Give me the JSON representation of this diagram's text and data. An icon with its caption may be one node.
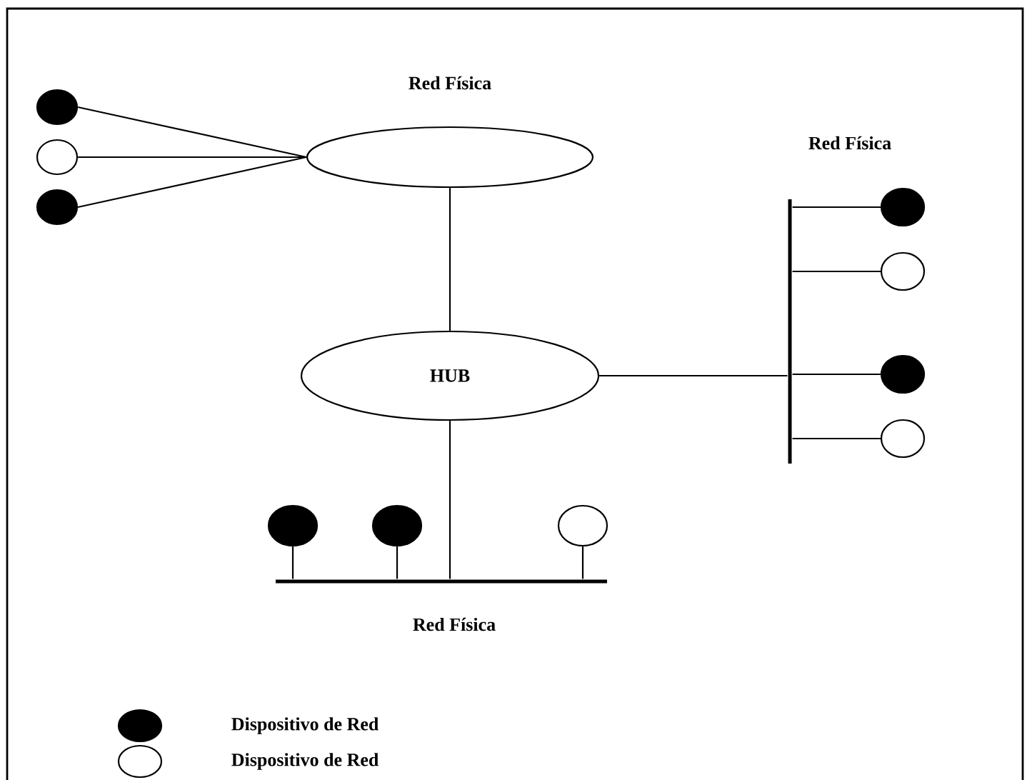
{
  "diagram": {
    "nodes": [
      {
        "text": [
          "Red Física"
        ]
      },
      {
        "text": [
          "HUB"
        ]
      },
      {
        "text": [
          "Red Física"
        ]
      },
      {
        "text": [
          "Red Física"
        ]
      },
      {
        "text": [],
        "shape": "circle"
      },
      {
        "text": [],
        "shape": "circle"
      },
      {
        "text": [],
        "shape": "circle"
      },
      {
        "text": [],
        "shape": "circle"
      },
      {
        "text": [],
        "shape": "circle"
      },
      {
        "text": [],
        "shape": "circle"
      },
      {
        "text": [],
        "shape": "circle"
      },
      {
        "text": [],
        "shape": "circle"
      },
      {
        "text": [],
        "shape": "circle"
      },
      {
        "text": [],
        "shape": "circle"
      }
    ],
    "edges": [
      {
        "from": 4,
        "to": 0,
        "arrow": "none"
      },
      {
        "from": 5,
        "to": 0,
        "arrow": "none"
      },
      {
        "from": 6,
        "to": 0,
        "arrow": "none"
      },
      {
        "from": 0,
        "to": 1,
        "arrow": "none"
      },
      {
        "from": 1,
        "to": 2,
        "arrow": "none"
      },
      {
        "from": 2,
        "to": 7,
        "arrow": "none"
      },
      {
        "from": 2,
        "to": 8,
        "arrow": "none"
      },
      {
        "from": 2,
        "to": 9,
        "arrow": "none"
      },
      {
        "from": 2,
        "to": 10,
        "arrow": "none"
      },
      {
        "from": 1,
        "to": 3,
        "arrow": "none"
      },
      {
        "from": 11,
        "to": 3,
        "arrow": "none"
      },
      {
        "from": 12,
        "to": 3,
        "arrow": "none"
      },
      {
        "from": 13,
        "to": 3,
        "arrow": "none"
      }
    ],
    "legend": [
      {
        "text": "Dispositivo de Red",
        "color": "#000000"
      },
      {
        "text": "Dispositivo de Red"
      }
    ]
  }
}
